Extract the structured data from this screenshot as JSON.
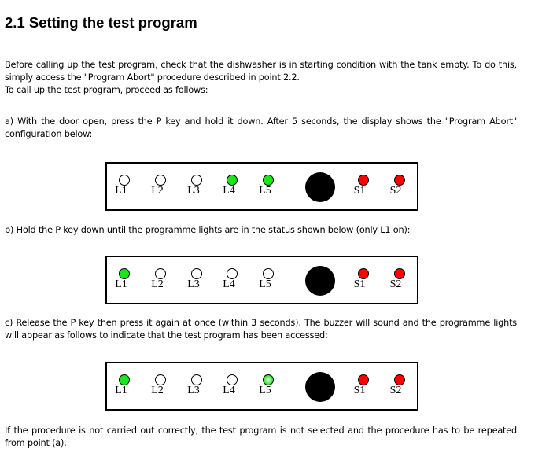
{
  "title": "2.1 Setting the test program",
  "intro": "Before calling up the test program, check that the dishwasher is in starting condition with the tank empty. To do this, simply access the \"Program Abort\" procedure described in point 2.2.",
  "intro2": "To call up the test program, proceed as follows:",
  "step_a": "a) With the door open, press the P key and hold it down. After 5 seconds, the display shows the \"Program Abort\" configuration below:",
  "step_b": "b) Hold the P key down until the programme lights are in the status shown below (only L1 on):",
  "step_c": "c) Release the P key then press it again at once (within 3 seconds). The buzzer will sound and the programme lights will appear as follows to indicate that the test program has been accessed:",
  "footer": "If the procedure is not carried out correctly, the test program is not selected and the procedure has to be repeated from point (a).",
  "labels": [
    "L1",
    "L2",
    "L3",
    "L4",
    "L5",
    "S1",
    "S2"
  ],
  "panels": [
    {
      "states": [
        "off",
        "off",
        "off",
        "green",
        "green",
        "red",
        "red"
      ]
    },
    {
      "states": [
        "green",
        "off",
        "off",
        "off",
        "off",
        "red",
        "red"
      ]
    },
    {
      "states": [
        "green",
        "off",
        "off",
        "off",
        "lgreen",
        "red",
        "red"
      ]
    }
  ],
  "colors": {
    "green": "#19e619",
    "red": "#ff0000"
  }
}
